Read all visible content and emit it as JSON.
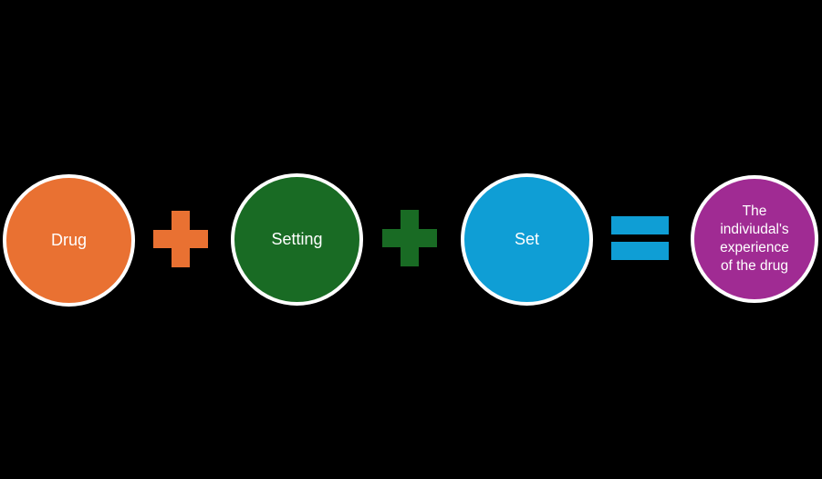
{
  "canvas": {
    "background": "#000000",
    "ring_color": "#FFFFFF",
    "text_color": "#FFFFFF"
  },
  "diagram": {
    "type": "equation-diagram",
    "nodes": [
      {
        "id": "drug",
        "label": "Drug",
        "color": "#E97132"
      },
      {
        "id": "setting",
        "label": "Setting",
        "color": "#196B24"
      },
      {
        "id": "set",
        "label": "Set",
        "color": "#0F9ED5"
      },
      {
        "id": "result",
        "label": "The indiviudal's experience of the drug",
        "lines": [
          "The",
          "indiviudal's",
          "experience",
          "of the drug"
        ],
        "color": "#A02B93"
      }
    ],
    "operators": [
      {
        "type": "plus",
        "color": "#E97132"
      },
      {
        "type": "plus",
        "color": "#196B24"
      },
      {
        "type": "equals",
        "color": "#0F9ED5"
      }
    ]
  }
}
